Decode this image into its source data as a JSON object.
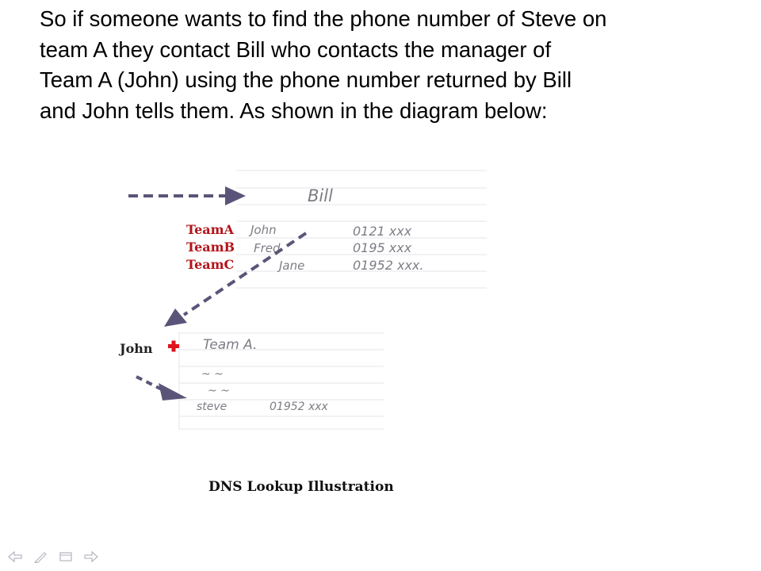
{
  "slide": {
    "lines": [
      "So if someone wants to find the phone number of Steve on",
      "team A they contact Bill who contacts the manager of",
      "Team A (John) using the phone number returned by Bill",
      "and John tells them. As shown in the diagram below:"
    ]
  },
  "diagram": {
    "caption": "DNS Lookup Illustration",
    "bill_sheet": {
      "header": "Bill",
      "names": [
        "John",
        "Fred",
        "Jane"
      ],
      "numbers": [
        "0121 xxx",
        "0195 xxx",
        "01952 xxx."
      ]
    },
    "team_labels": [
      "TeamA",
      "TeamB",
      "TeamC"
    ],
    "john_label": "John",
    "john_sheet": {
      "header": "Team A.",
      "ditto_1": "~ ~",
      "ditto_2": "~ ~",
      "entry_name": "steve",
      "entry_number": "01952 xxx"
    },
    "colors": {
      "arrow": "#5a5578",
      "team_label": "#b3141a",
      "marker": "#e0121b",
      "handwriting": "#7d7d86"
    }
  },
  "nav": {
    "icons": [
      "prev-arrow-icon",
      "pen-icon",
      "slide-menu-icon",
      "next-arrow-icon"
    ]
  }
}
